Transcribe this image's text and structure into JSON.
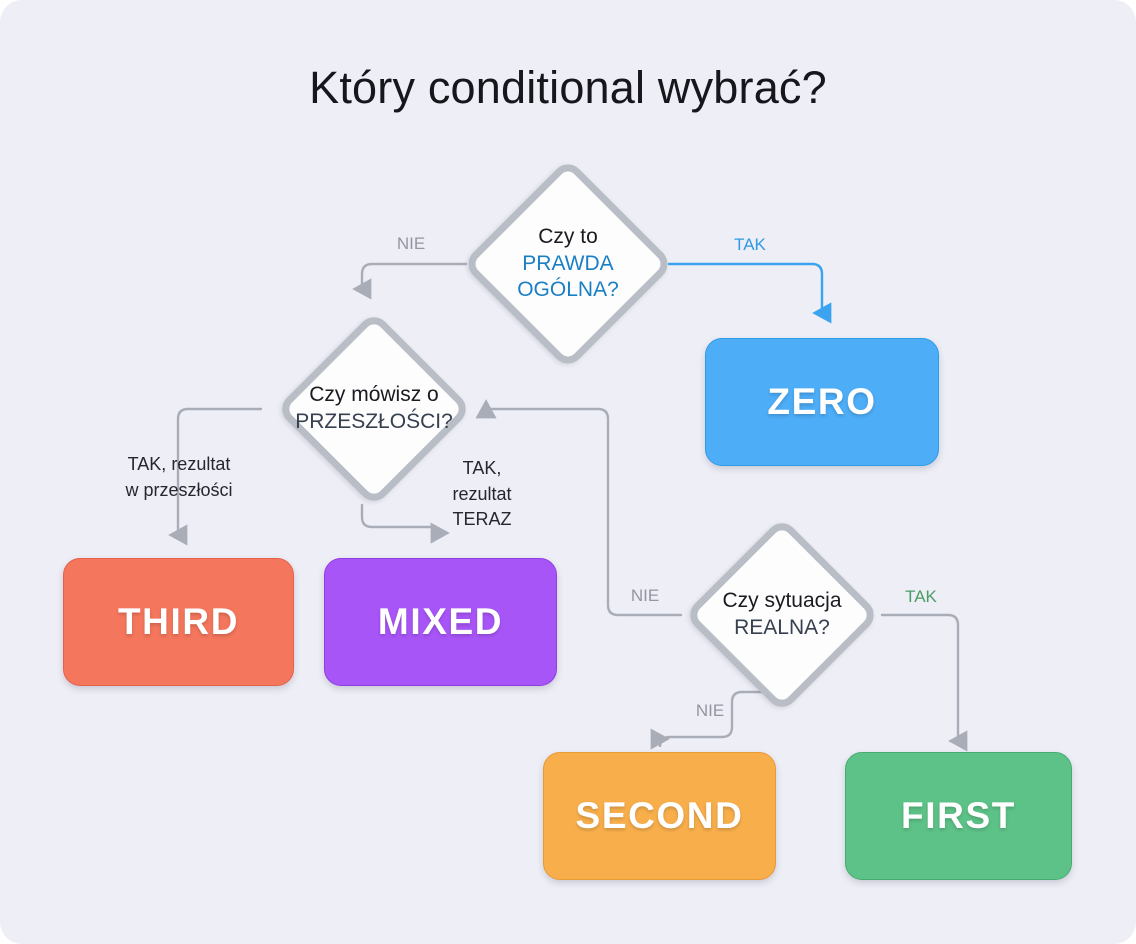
{
  "page": {
    "title": "Który conditional wybrać?",
    "background": "#eeeef6"
  },
  "palette": {
    "gray_wire": "#a9adb8",
    "gray_label": "#9396a1",
    "blue": "#4dadf7",
    "blue_text": "#1b7fc4",
    "green": "#5dc287",
    "green_label": "#4a9e63",
    "orange": "#f8ae4b",
    "purple": "#a855f7",
    "coral": "#f4765c",
    "slate_text": "#36404e",
    "diamond_border": "#b9bdc6"
  },
  "decisions": [
    {
      "id": "prawda-ogolna",
      "line1": "Czy to",
      "line2": "PRAWDA",
      "line3": "OGÓLNA?",
      "accent": "#1b7fc4"
    },
    {
      "id": "przeszlosc",
      "line1": "Czy mówisz o",
      "line2": "PRZESZŁOŚCI?",
      "accent": "#36404e"
    },
    {
      "id": "realna",
      "line1": "Czy sytuacja",
      "line2": "REALNA?",
      "accent": "#36404e"
    }
  ],
  "outcomes": [
    {
      "id": "zero",
      "label": "ZERO",
      "color": "#4dadf7",
      "border": "#2f9ae6"
    },
    {
      "id": "third",
      "label": "THIRD",
      "color": "#f4765c",
      "border": "#e8604a"
    },
    {
      "id": "mixed",
      "label": "MIXED",
      "color": "#a855f7",
      "border": "#8e3fe0"
    },
    {
      "id": "second",
      "label": "SECOND",
      "color": "#f8ae4b",
      "border": "#e89a33"
    },
    {
      "id": "first",
      "label": "FIRST",
      "color": "#5dc287",
      "border": "#44ac70"
    }
  ],
  "edge_labels": {
    "nie_prawda": "NIE",
    "tak_prawda": "TAK",
    "tak_przeszlosc": "TAK, rezultat\nw przeszłości",
    "tak_teraz": "TAK,\nrezultat\nTERAZ",
    "nie_realna_left": "NIE",
    "nie_realna_down": "NIE",
    "tak_realna": "TAK"
  },
  "chart_data": {
    "type": "diagram",
    "title": "Który conditional wybrać?",
    "nodes": [
      {
        "id": "prawda-ogolna",
        "type": "decision",
        "text": "Czy to PRAWDA OGÓLNA?"
      },
      {
        "id": "zero",
        "type": "outcome",
        "text": "ZERO"
      },
      {
        "id": "przeszlosc",
        "type": "decision",
        "text": "Czy mówisz o PRZESZŁOŚCI?"
      },
      {
        "id": "third",
        "type": "outcome",
        "text": "THIRD"
      },
      {
        "id": "mixed",
        "type": "outcome",
        "text": "MIXED"
      },
      {
        "id": "realna",
        "type": "decision",
        "text": "Czy sytuacja REALNA?"
      },
      {
        "id": "second",
        "type": "outcome",
        "text": "SECOND"
      },
      {
        "id": "first",
        "type": "outcome",
        "text": "FIRST"
      }
    ],
    "edges": [
      {
        "from": "prawda-ogolna",
        "to": "zero",
        "label": "TAK",
        "color": "#2f9ae6"
      },
      {
        "from": "prawda-ogolna",
        "to": "przeszlosc",
        "label": "NIE",
        "color": "#a9adb8"
      },
      {
        "from": "przeszlosc",
        "to": "third",
        "label": "TAK, rezultat w przeszłości",
        "color": "#a9adb8"
      },
      {
        "from": "przeszlosc",
        "to": "mixed",
        "label": "TAK, rezultat TERAZ",
        "color": "#a9adb8"
      },
      {
        "from": "realna",
        "to": "przeszlosc",
        "label": "NIE",
        "color": "#a9adb8"
      },
      {
        "from": "realna",
        "to": "second",
        "label": "NIE",
        "color": "#a9adb8"
      },
      {
        "from": "realna",
        "to": "first",
        "label": "TAK",
        "color": "#a9adb8"
      }
    ]
  }
}
